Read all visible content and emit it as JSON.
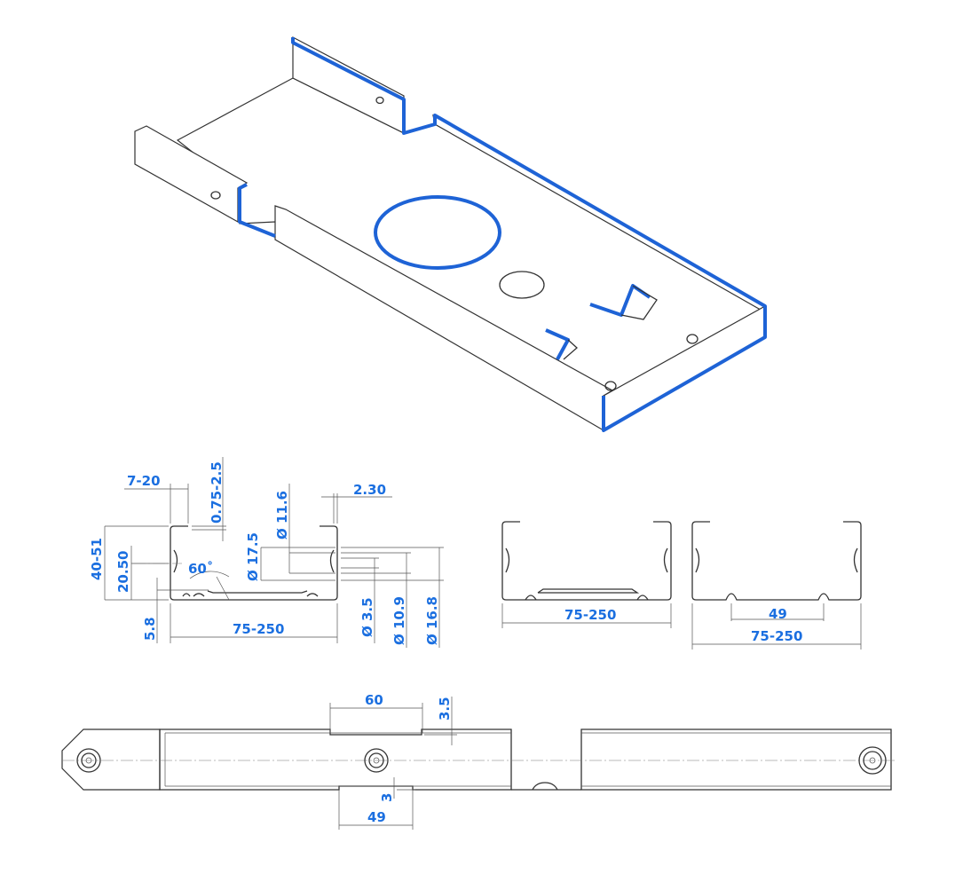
{
  "section_view": {
    "dims": {
      "flange_width": "7-20",
      "thickness": "0.75-2.5",
      "hole_d11": "Ø 11.6",
      "lip": "2.30",
      "height": "40-51",
      "hole_center_height": "20.50",
      "angle": "60˚",
      "hole_d17": "Ø 17.5",
      "base_offset": "5.8",
      "width": "75-250",
      "hole_d3": "Ø 3.5",
      "hole_d10": "Ø 10.9",
      "hole_d16": "Ø 16.8"
    }
  },
  "section_view_2": {
    "width": "75-250"
  },
  "section_view_3": {
    "groove_spacing": "49",
    "width": "75-250"
  },
  "plan_view": {
    "top_notch": "60",
    "top_notch_depth": "3.5",
    "bottom_notch_depth": "3",
    "bottom_notch": "49"
  },
  "colors": {
    "dimension": "#1b6fe0",
    "edge_highlight": "#1e63d6"
  }
}
